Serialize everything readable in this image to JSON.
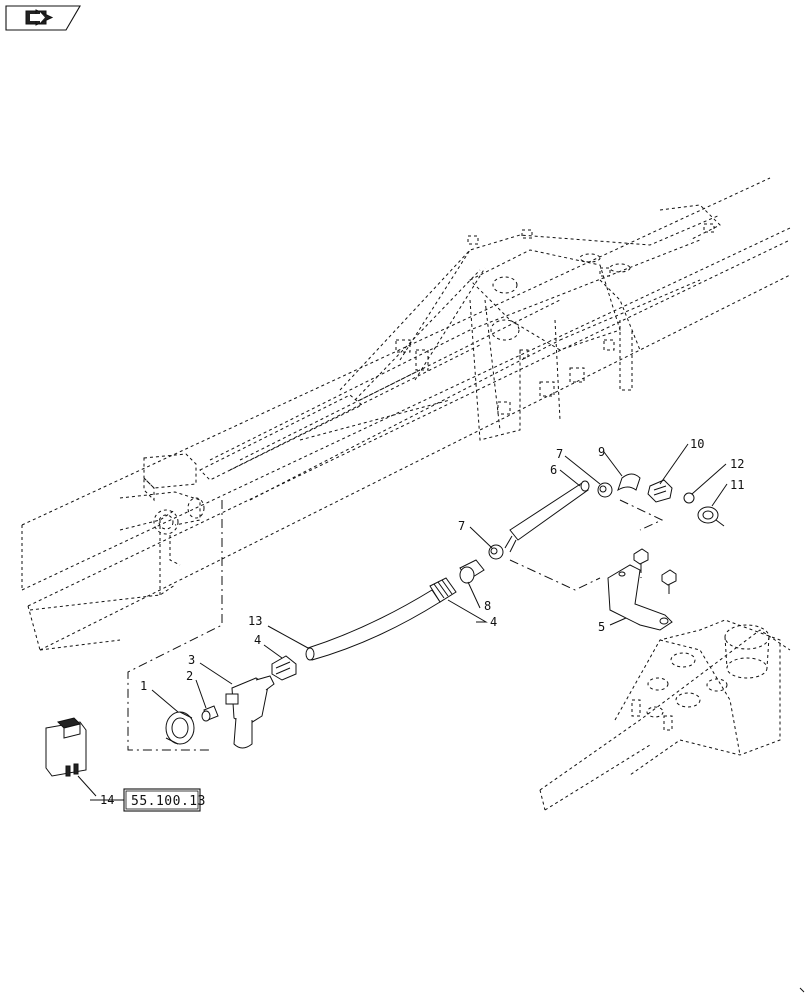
{
  "diagram": {
    "callouts": {
      "c1": "1",
      "c2": "2",
      "c3": "3",
      "c4a": "4",
      "c4b": "4",
      "c5": "5",
      "c6": "6",
      "c7a": "7",
      "c7b": "7",
      "c8": "8",
      "c9": "9",
      "c10": "10",
      "c11": "11",
      "c12": "12",
      "c13": "13",
      "c14": "14"
    },
    "reference_code": "55.100.13"
  },
  "icons": {
    "nav_button": "arrow-forward-icon"
  }
}
